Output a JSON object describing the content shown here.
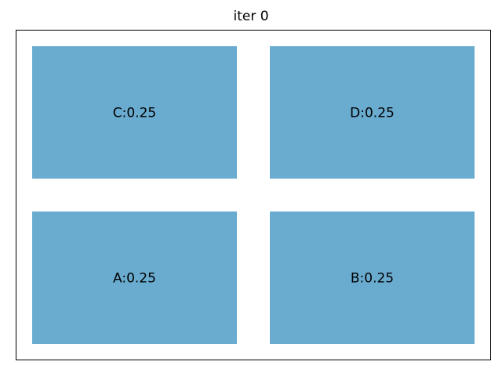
{
  "title": "iter 0",
  "chart_data": {
    "type": "treemap",
    "title": "iter 0",
    "color": "#6aacd0",
    "cells": [
      {
        "name": "C",
        "value": 0.25,
        "label": "C:0.25",
        "row": 0,
        "col": 0
      },
      {
        "name": "D",
        "value": 0.25,
        "label": "D:0.25",
        "row": 0,
        "col": 1
      },
      {
        "name": "A",
        "value": 0.25,
        "label": "A:0.25",
        "row": 1,
        "col": 0
      },
      {
        "name": "B",
        "value": 0.25,
        "label": "B:0.25",
        "row": 1,
        "col": 1
      }
    ],
    "grid": false
  }
}
